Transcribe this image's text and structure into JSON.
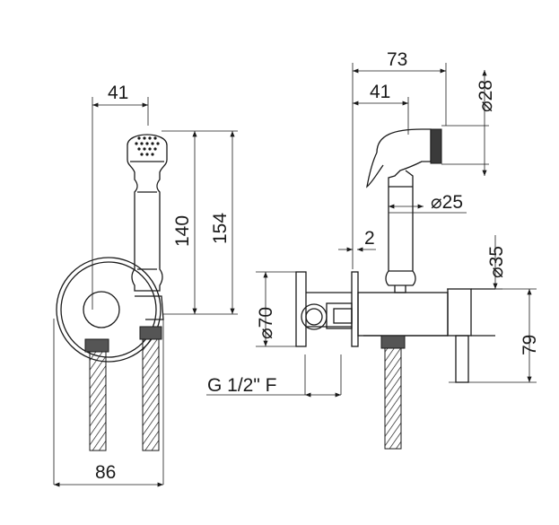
{
  "dimensions": {
    "left_top_width": "41",
    "left_height_140": "140",
    "left_height_154": "154",
    "left_bottom_width": "86",
    "right_top_73": "73",
    "right_top_41": "41",
    "dia_28": "⌀28",
    "dia_25": "⌀25",
    "dia_35": "⌀35",
    "dia_70": "⌀70",
    "plate_2": "2",
    "height_79": "79",
    "thread": "G 1/2\" F"
  }
}
